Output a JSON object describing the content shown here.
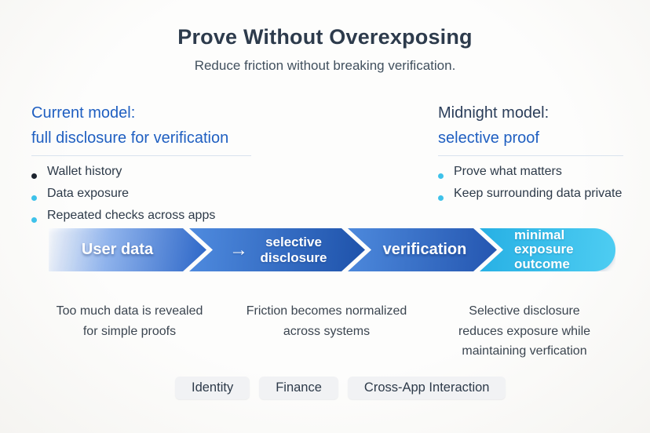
{
  "header": {
    "title": "Prove Without Overexposing",
    "subtitle": "Reduce friction without breaking verification."
  },
  "left_panel": {
    "heading_line1": "Current model:",
    "heading_line2": "full disclosure for verification",
    "bullets": [
      {
        "label": "Wallet history"
      },
      {
        "label": "Data exposure"
      },
      {
        "label": "Repeated checks across apps"
      }
    ]
  },
  "right_panel": {
    "heading_line1": "Midnight model:",
    "heading_line2": "selective proof",
    "bullets": [
      {
        "label": "Prove what matters"
      },
      {
        "label": "Keep surrounding data private"
      }
    ]
  },
  "flow": {
    "arrow_glyph": "→",
    "segments": [
      {
        "label": "User data"
      },
      {
        "label": "selective disclosure"
      },
      {
        "label": "verification"
      },
      {
        "label": "minimal exposure outcome"
      }
    ]
  },
  "captions": [
    {
      "text": "Too much data is revealed\nfor simple proofs"
    },
    {
      "text": "Friction becomes normalized\nacross systems"
    },
    {
      "text": "Selective disclosure\nreduces exposure while\nmaintaining verfication"
    }
  ],
  "tags": [
    {
      "label": "Identity"
    },
    {
      "label": "Finance"
    },
    {
      "label": "Cross-App Interaction"
    }
  ],
  "colors": {
    "heading_blue": "#1f5fc1",
    "heading_navy": "#2b3e5a",
    "bullet_cyan": "#3ec2ea",
    "bullet_dark": "#1c232e",
    "flow_blue_start": "#2c66c7",
    "flow_blue_dark": "#1e52aa",
    "flow_cyan": "#27b0e4",
    "tag_background": "#f1f2f4",
    "page_background": "#fdfdfc"
  }
}
